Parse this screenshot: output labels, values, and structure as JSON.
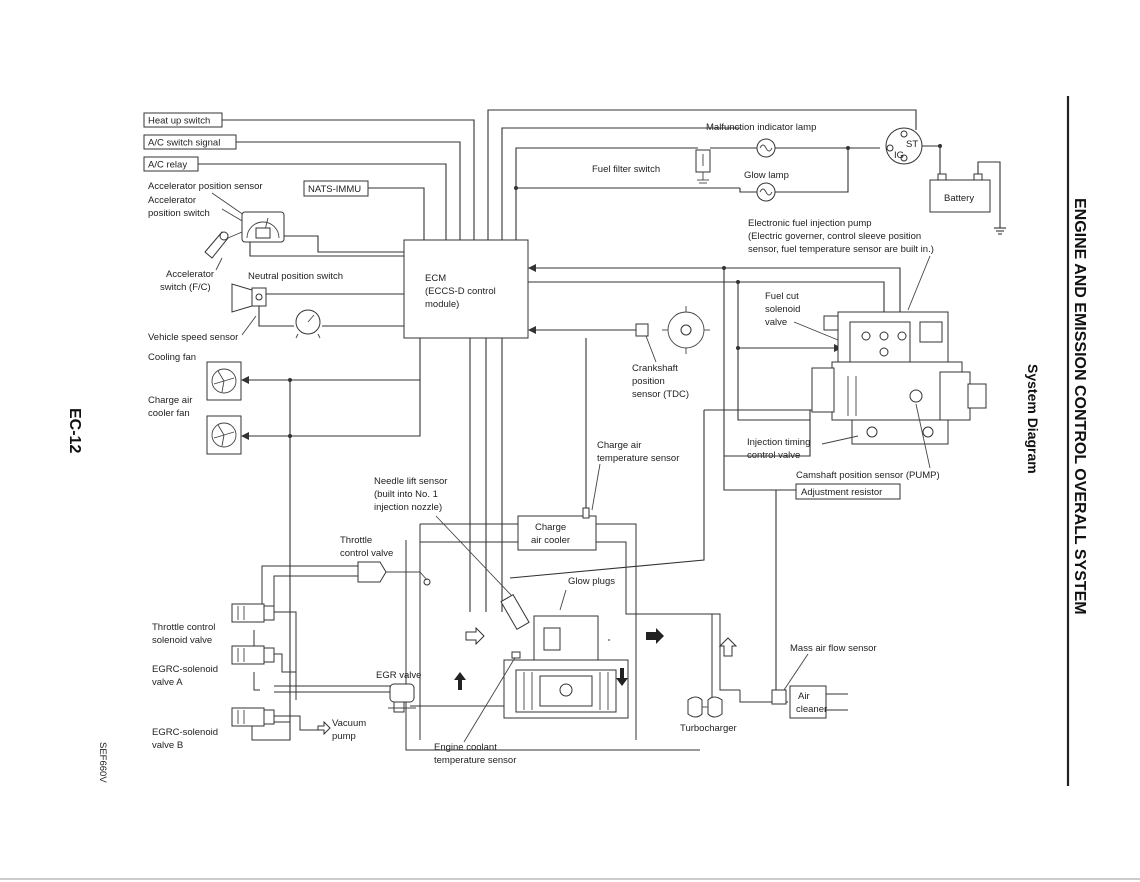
{
  "page": {
    "title": "ENGINE AND EMISSION CONTROL OVERALL SYSTEM",
    "subtitle": "System Diagram",
    "page_number": "EC-12",
    "figure_code": "SEF660V"
  },
  "labels": {
    "heat_up_switch": "Heat up switch",
    "ac_switch_signal": "A/C switch signal",
    "ac_relay": "A/C relay",
    "accelerator_position_sensor": "Accelerator position sensor",
    "accelerator_position_switch_1": "Accelerator",
    "accelerator_position_switch_2": "position switch",
    "accelerator_switch_fc_1": "Accelerator",
    "accelerator_switch_fc_2": "switch (F/C)",
    "neutral_position_switch": "Neutral position switch",
    "vehicle_speed_sensor": "Vehicle speed sensor",
    "cooling_fan": "Cooling fan",
    "charge_air_cooler_fan_1": "Charge air",
    "charge_air_cooler_fan_2": "cooler fan",
    "nats_immu": "NATS-IMMU",
    "ecm_1": "ECM",
    "ecm_2": "(ECCS-D control",
    "ecm_3": "module)",
    "malfunction_indicator_lamp": "Malfunction indicator lamp",
    "fuel_filter_switch": "Fuel filter switch",
    "glow_lamp": "Glow lamp",
    "battery": "Battery",
    "ignition_st": "ST",
    "ignition_ig": "IG",
    "efi_pump_1": "Electronic fuel injection pump",
    "efi_pump_2": "(Electric governer, control sleeve position",
    "efi_pump_3": "sensor, fuel temperature sensor are built in.)",
    "fuel_cut_1": "Fuel cut",
    "fuel_cut_2": "solenoid",
    "fuel_cut_3": "valve",
    "crankshaft_1": "Crankshaft",
    "crankshaft_2": "position",
    "crankshaft_3": "sensor (TDC)",
    "injection_timing_1": "Injection timing",
    "injection_timing_2": "control valve",
    "camshaft_sensor": "Camshaft position sensor (PUMP)",
    "adjustment_resistor": "Adjustment resistor",
    "charge_air_temp_1": "Charge air",
    "charge_air_temp_2": "temperature sensor",
    "needle_lift_1": "Needle lift sensor",
    "needle_lift_2": "(built into No. 1",
    "needle_lift_3": "injection nozzle)",
    "charge_air_cooler_1": "Charge",
    "charge_air_cooler_2": "air cooler",
    "throttle_valve_1": "Throttle",
    "throttle_valve_2": "control valve",
    "glow_plugs": "Glow plugs",
    "throttle_solenoid_1": "Throttle control",
    "throttle_solenoid_2": "solenoid valve",
    "egrc_a_1": "EGRC-solenoid",
    "egrc_a_2": "valve A",
    "egr_valve": "EGR valve",
    "egrc_b_1": "EGRC-solenoid",
    "egrc_b_2": "valve B",
    "vacuum_pump_1": "Vacuum",
    "vacuum_pump_2": "pump",
    "engine_coolant_1": "Engine coolant",
    "engine_coolant_2": "temperature sensor",
    "turbocharger": "Turbocharger",
    "mass_air_flow": "Mass air flow sensor",
    "air_cleaner_1": "Air",
    "air_cleaner_2": "cleaner"
  }
}
